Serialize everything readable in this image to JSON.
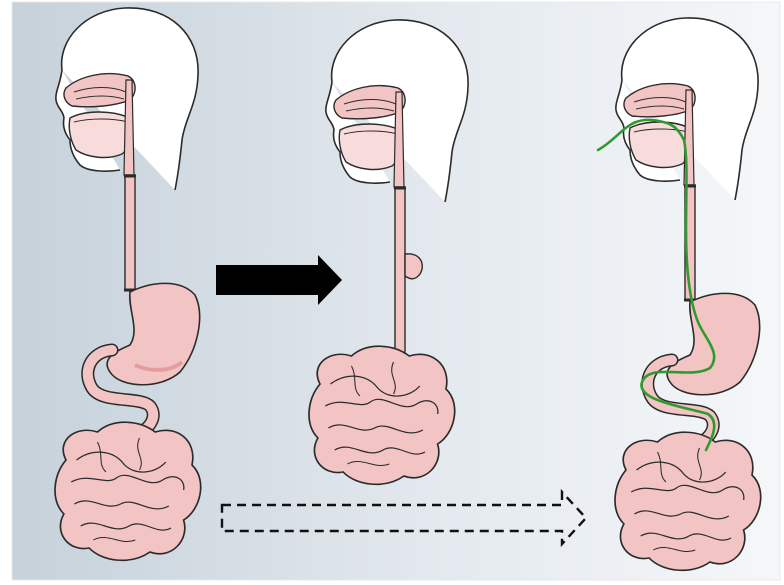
{
  "colors": {
    "background_left": "#c9d3dc",
    "background_right": "#f3f6f8",
    "border": "#e6e9ec",
    "organ_fill": "#f2c4c4",
    "organ_fill_light": "#f8dcdc",
    "organ_shadow": "#e29d9d",
    "outline": "#2b2b2b",
    "head_fill": "#ffffff",
    "tube_path": "#2f9b2f",
    "arrow_solid": "#000000"
  },
  "panels": [
    {
      "name": "normal-anatomy",
      "state": "intact"
    },
    {
      "name": "esophagectomy-stomach-removed",
      "state": "stomach-removed"
    },
    {
      "name": "feeding-tube-route",
      "state": "tube-overlay"
    }
  ],
  "arrows": [
    {
      "style": "solid",
      "direction": "right"
    },
    {
      "style": "dashed-outline",
      "direction": "right"
    }
  ],
  "icons": [
    "head-outline-icon",
    "nasal-cavity-icon",
    "esophagus-icon",
    "stomach-icon",
    "intestines-icon"
  ]
}
